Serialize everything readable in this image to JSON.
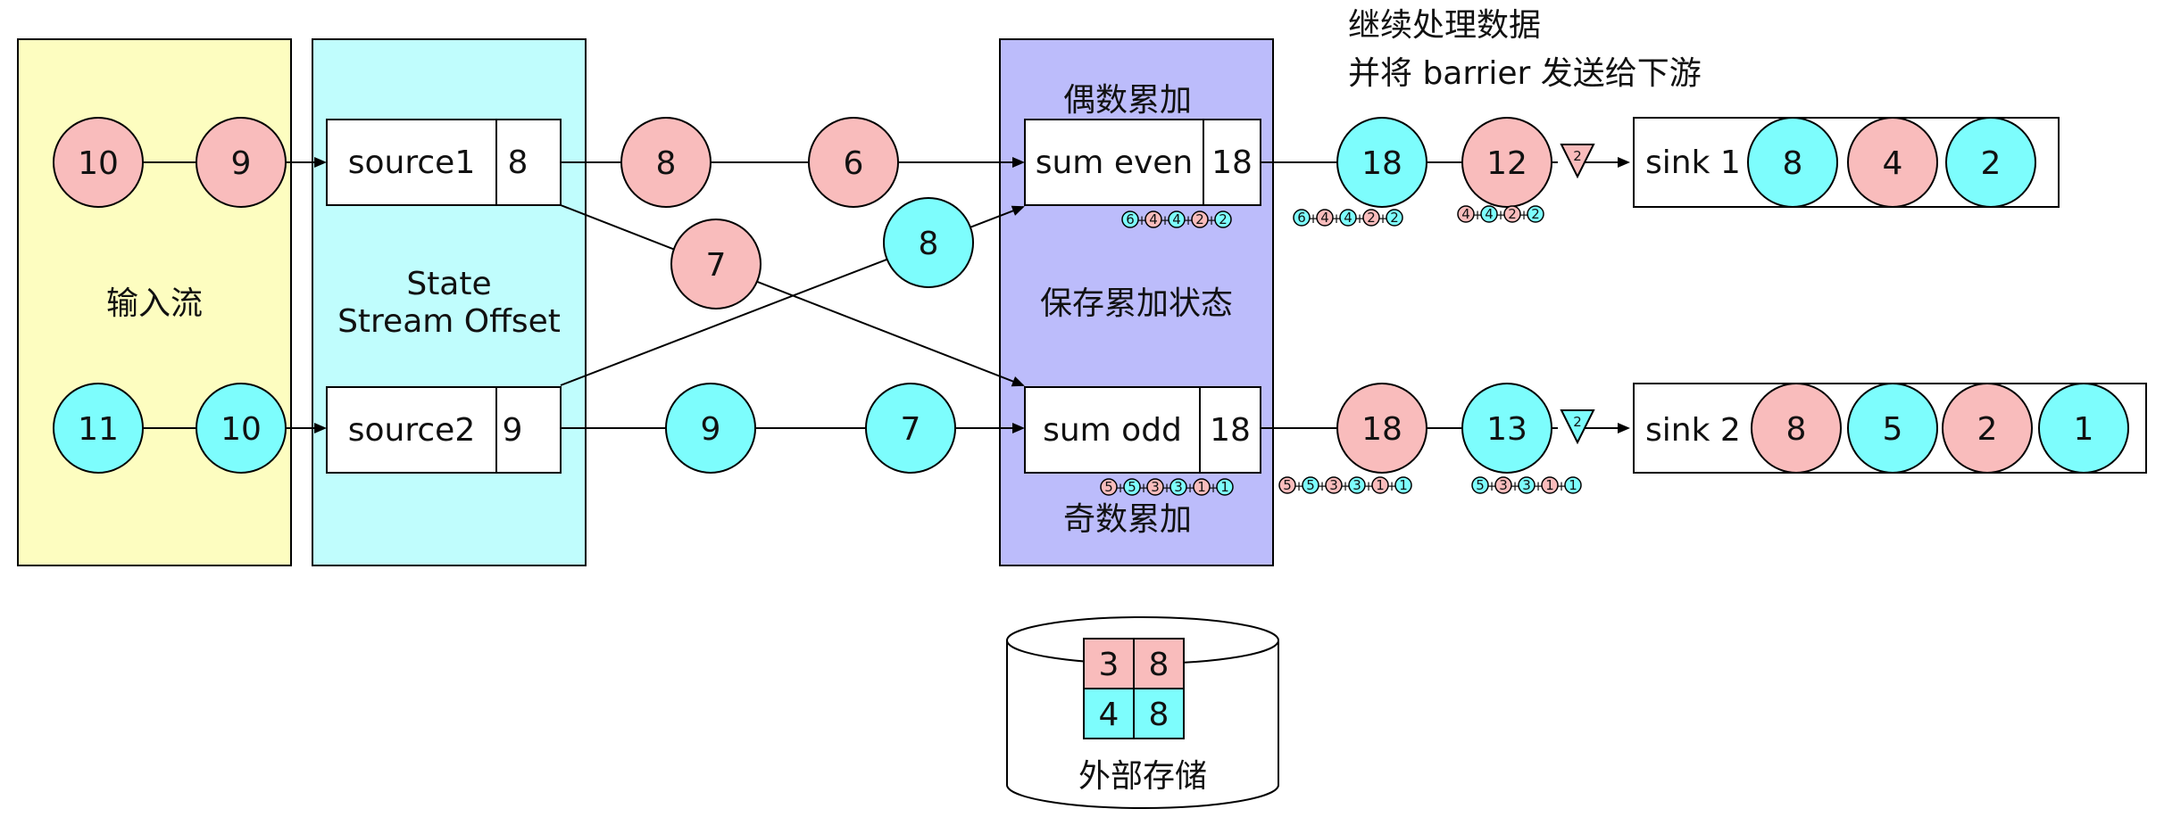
{
  "colors": {
    "pink": "#f9bcbc",
    "cyan": "#7dfdfd",
    "yellow": "#fdfdc0",
    "lightcyan": "#c0fdfd",
    "lavender": "#bcbcfb"
  },
  "labels": {
    "input_stream": "输入流",
    "state_line1": "State",
    "state_line2": "Stream Offset",
    "even_title": "偶数累加",
    "odd_title": "奇数累加",
    "save_state": "保存累加状态",
    "continue_line1": "继续处理数据",
    "continue_line2": "并将 barrier 发送给下游",
    "storage": "外部存储"
  },
  "sources": [
    {
      "name": "source1",
      "offset": "8"
    },
    {
      "name": "source2",
      "offset": "9"
    }
  ],
  "operators": [
    {
      "name": "sum even",
      "value": "18"
    },
    {
      "name": "sum odd",
      "value": "18"
    }
  ],
  "sinks": [
    {
      "name": "sink 1",
      "items": [
        {
          "v": "8",
          "c": "cyan"
        },
        {
          "v": "4",
          "c": "pink"
        },
        {
          "v": "2",
          "c": "cyan"
        }
      ]
    },
    {
      "name": "sink 2",
      "items": [
        {
          "v": "8",
          "c": "pink"
        },
        {
          "v": "5",
          "c": "cyan"
        },
        {
          "v": "2",
          "c": "pink"
        },
        {
          "v": "1",
          "c": "cyan"
        }
      ]
    }
  ],
  "input_top": [
    {
      "v": "10",
      "c": "pink"
    },
    {
      "v": "9",
      "c": "pink"
    }
  ],
  "input_bottom": [
    {
      "v": "11",
      "c": "cyan"
    },
    {
      "v": "10",
      "c": "cyan"
    }
  ],
  "mid_top": [
    {
      "v": "8",
      "c": "pink"
    },
    {
      "v": "6",
      "c": "pink"
    }
  ],
  "mid_bottom": [
    {
      "v": "9",
      "c": "cyan"
    },
    {
      "v": "7",
      "c": "cyan"
    }
  ],
  "cross_down": {
    "v": "7",
    "c": "pink"
  },
  "cross_up": {
    "v": "8",
    "c": "cyan"
  },
  "out_top": [
    {
      "v": "18",
      "c": "cyan"
    },
    {
      "v": "12",
      "c": "pink"
    }
  ],
  "out_bottom": [
    {
      "v": "18",
      "c": "pink"
    },
    {
      "v": "13",
      "c": "cyan"
    }
  ],
  "barrier": {
    "label": "2",
    "c": "pink"
  },
  "barrier2": {
    "label": "2",
    "c": "cyan"
  },
  "chains": {
    "even_state": [
      {
        "v": "6",
        "c": "cyan"
      },
      {
        "v": "4",
        "c": "pink"
      },
      {
        "v": "4",
        "c": "cyan"
      },
      {
        "v": "2",
        "c": "pink"
      },
      {
        "v": "2",
        "c": "cyan"
      }
    ],
    "even_out1": [
      {
        "v": "6",
        "c": "cyan"
      },
      {
        "v": "4",
        "c": "pink"
      },
      {
        "v": "4",
        "c": "cyan"
      },
      {
        "v": "2",
        "c": "pink"
      },
      {
        "v": "2",
        "c": "cyan"
      }
    ],
    "even_out2": [
      {
        "v": "4",
        "c": "pink"
      },
      {
        "v": "4",
        "c": "cyan"
      },
      {
        "v": "2",
        "c": "pink"
      },
      {
        "v": "2",
        "c": "cyan"
      }
    ],
    "odd_state": [
      {
        "v": "5",
        "c": "pink"
      },
      {
        "v": "5",
        "c": "cyan"
      },
      {
        "v": "3",
        "c": "pink"
      },
      {
        "v": "3",
        "c": "cyan"
      },
      {
        "v": "1",
        "c": "pink"
      },
      {
        "v": "1",
        "c": "cyan"
      }
    ],
    "odd_out1": [
      {
        "v": "5",
        "c": "pink"
      },
      {
        "v": "5",
        "c": "cyan"
      },
      {
        "v": "3",
        "c": "pink"
      },
      {
        "v": "3",
        "c": "cyan"
      },
      {
        "v": "1",
        "c": "pink"
      },
      {
        "v": "1",
        "c": "cyan"
      }
    ],
    "odd_out2": [
      {
        "v": "5",
        "c": "cyan"
      },
      {
        "v": "3",
        "c": "pink"
      },
      {
        "v": "3",
        "c": "cyan"
      },
      {
        "v": "1",
        "c": "pink"
      },
      {
        "v": "1",
        "c": "cyan"
      }
    ]
  },
  "storage_grid": [
    {
      "v": "3",
      "c": "pink"
    },
    {
      "v": "8",
      "c": "pink"
    },
    {
      "v": "4",
      "c": "cyan"
    },
    {
      "v": "8",
      "c": "cyan"
    }
  ]
}
